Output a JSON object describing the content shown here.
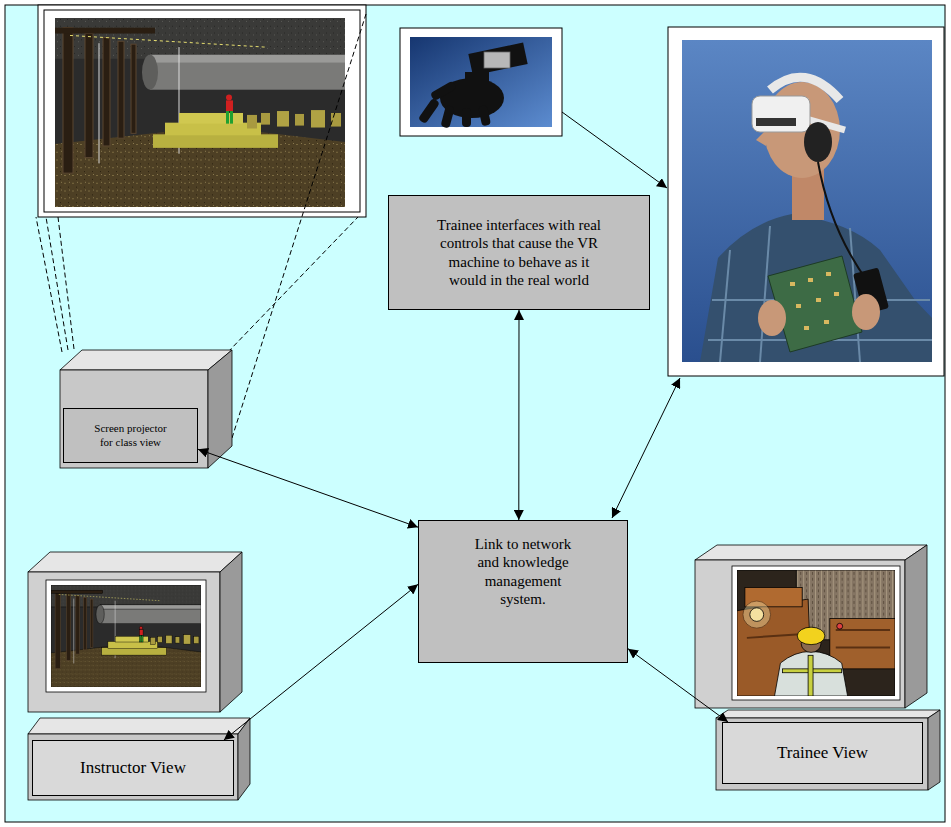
{
  "diagram": {
    "nodes": [
      {
        "text": [
          "Trainee interfaces with real controls that cause the VR machine to behave as it would in the real world"
        ]
      },
      {
        "text": [
          "Screen projector for class view"
        ]
      },
      {
        "text": [
          "Link to network and knowledge management system."
        ]
      },
      {
        "text": [
          "Instructor View"
        ]
      },
      {
        "text": [
          "Trainee View"
        ]
      }
    ],
    "edges": [
      {
        "from": 1,
        "to": 2,
        "arrow": "both"
      },
      {
        "from": 0,
        "to": 2,
        "arrow": "both"
      },
      {
        "from": 2,
        "to": 3,
        "arrow": "both"
      },
      {
        "from": 2,
        "to": 4,
        "arrow": "both"
      }
    ]
  }
}
